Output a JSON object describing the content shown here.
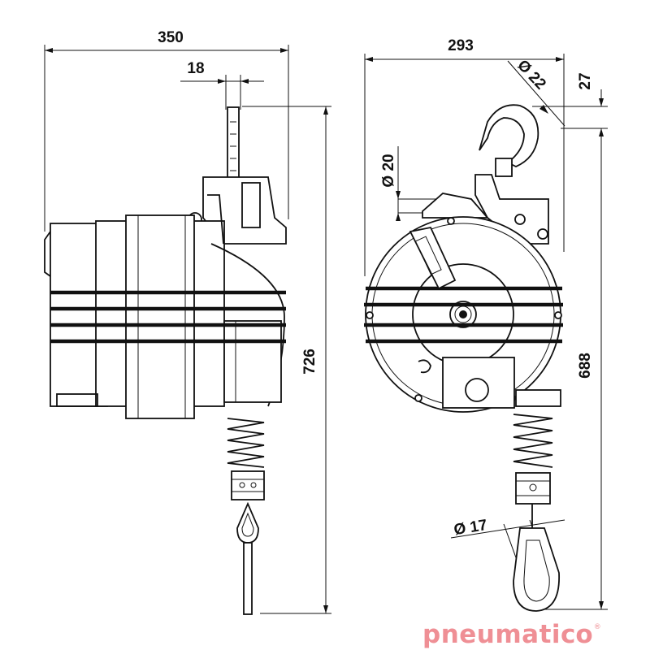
{
  "dimensions": {
    "side_width": "350",
    "side_hook_width": "18",
    "side_height": "726",
    "front_width": "293",
    "front_hook_eye": "Ø 22",
    "front_hook_offset": "27",
    "front_hose": "Ø 20",
    "front_height": "688",
    "front_snap_hook": "Ø 17"
  },
  "logo": {
    "main": "pneumati",
    "suffix": "co",
    "mark": "®"
  }
}
